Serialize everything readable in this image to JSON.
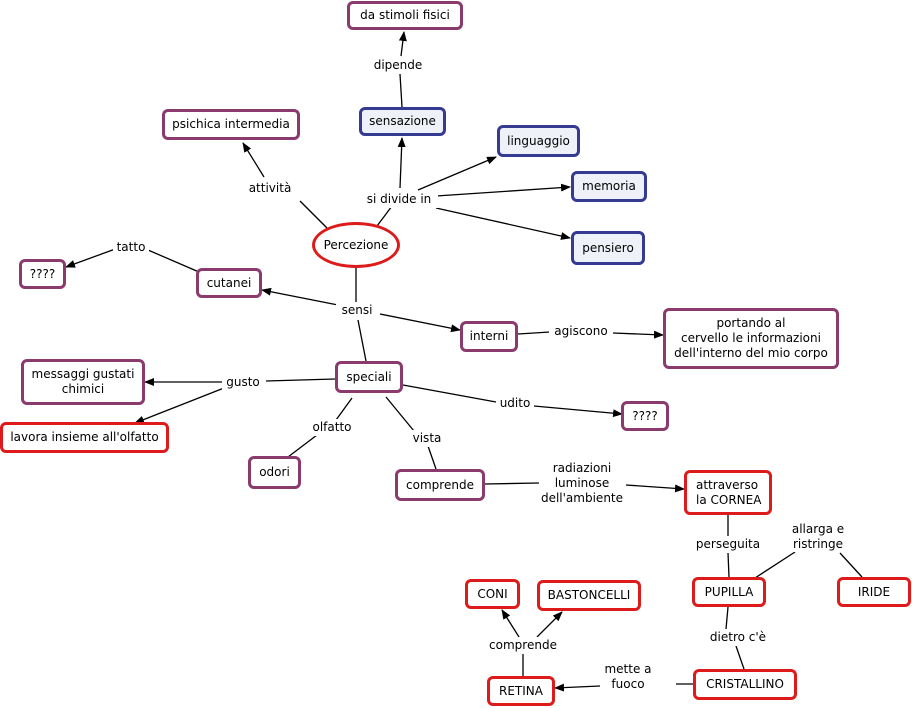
{
  "colors": {
    "purple_border": "#8a3a6c",
    "blue_border": "#363b92",
    "red_border": "#dd1b1b",
    "blue_fill": "#eef1f8",
    "line": "#000000"
  },
  "nodes": {
    "percezione": "Percezione",
    "da_stimoli_fisici": "da stimoli fisici",
    "sensazione": "sensazione",
    "psichica_intermedia": "psichica intermedia",
    "linguaggio": "linguaggio",
    "memoria": "memoria",
    "pensiero": "pensiero",
    "cutanei": "cutanei",
    "tatto_unknown": "????",
    "interni": "interni",
    "portando": "portando al\ncervello le informazioni\ndell'interno del mio corpo",
    "speciali": "speciali",
    "messaggi_gustati": "messaggi gustati\nchimici",
    "lavora_insieme": "lavora insieme all'olfatto",
    "udito_unknown": "????",
    "odori": "odori",
    "comprende_node": "comprende",
    "attraverso_cornea": "attraverso\nla CORNEA",
    "pupilla": "PUPILLA",
    "iride": "IRIDE",
    "cristallino": "CRISTALLINO",
    "retina": "RETINA",
    "coni": "CONI",
    "bastoncelli": "BASTONCELLI"
  },
  "links": {
    "dipende": "dipende",
    "attivita": "attività",
    "si_divide_in": "si divide in",
    "tatto": "tatto",
    "sensi": "sensi",
    "agiscono": "agiscono",
    "gusto": "gusto",
    "udito": "udito",
    "olfatto": "olfatto",
    "vista": "vista",
    "radiazioni": "radiazioni\nluminose\ndell'ambiente",
    "perseguita": "perseguita",
    "allarga": "allarga e\nristringe",
    "dietro": "dietro c'è",
    "mette_a_fuoco": "mette a\nfuoco",
    "comprende_link": "comprende"
  }
}
